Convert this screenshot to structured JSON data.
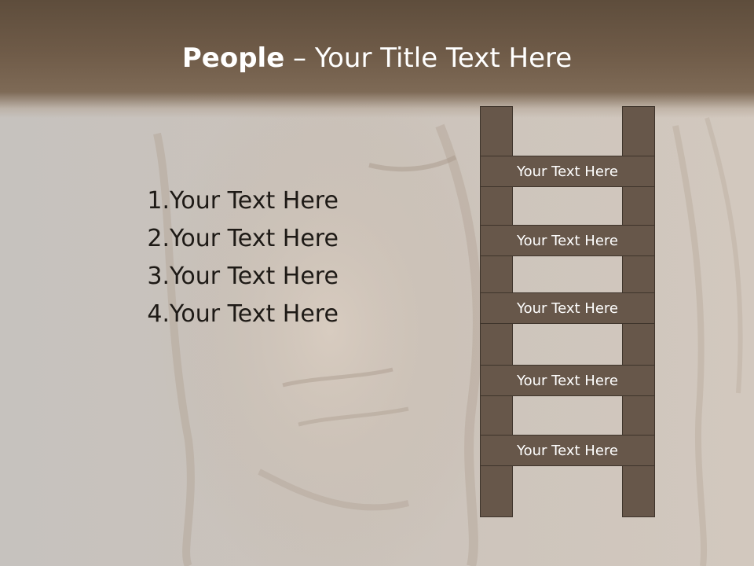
{
  "slide": {
    "title_bold": "People",
    "title_rest": " – Your Title Text Here",
    "list": [
      {
        "number": "1.",
        "text": "Your Text Here"
      },
      {
        "number": "2.",
        "text": "Your Text Here"
      },
      {
        "number": "3.",
        "text": "Your Text Here"
      },
      {
        "number": "4.",
        "text": "Your Text Here"
      }
    ],
    "ladder_rungs": [
      "Your Text Here",
      "Your Text Here",
      "Your Text Here",
      "Your Text Here",
      "Your Text Here"
    ]
  },
  "colors": {
    "title_bar": "#6f5b48",
    "ladder_fill": "#67574a",
    "ladder_border": "#3e342b",
    "background": "#c9c4bf"
  }
}
